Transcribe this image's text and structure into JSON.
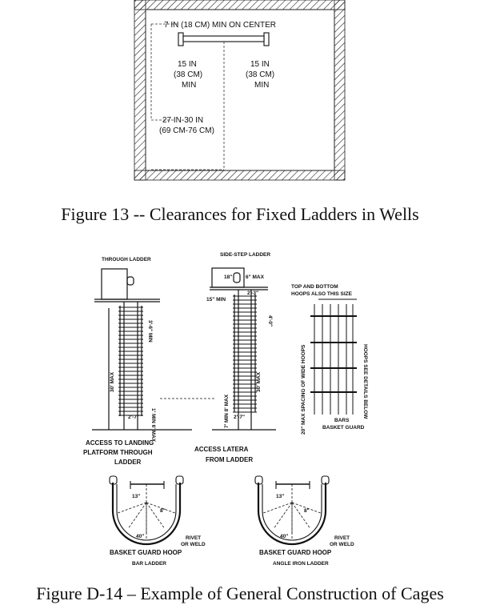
{
  "figure13": {
    "caption": "Figure 13 -- Clearances for Fixed Ladders in Wells",
    "labels": {
      "on_center": "7 IN (18 CM) MIN ON CENTER",
      "left_1": "15 IN",
      "left_2": "(38 CM)",
      "left_3": "MIN",
      "right_1": "15 IN",
      "right_2": "(38 CM)",
      "right_3": "MIN",
      "bottom_1": "27 IN-30 IN",
      "bottom_2": "(69 CM-76 CM)"
    }
  },
  "figureD14": {
    "caption": "Figure D-14 – Example of General Construction of Cages",
    "labels": {
      "through_ladder": "THROUGH LADDER",
      "side_step_ladder": "SIDE-STEP LADDER",
      "dim_3_6_min": "3'-6\" MIN",
      "dim_30_max_left": "30' MAX",
      "dim_2_7_left": "2'-7\"",
      "dim_1_min_6_max": "1' MIN 6' MAX",
      "access_landing_1": "ACCESS TO LANDING",
      "access_landing_2": "PLATFORM THROUGH",
      "access_landing_3": "LADDER",
      "dim_18": "18\"",
      "dim_6_max": "6\" MAX",
      "dim_15_min": "15\" MIN",
      "dim_2_3": "2'-3\"",
      "dim_4_0": "4'-0\"",
      "dim_30_max_right": "30' MAX",
      "dim_2_7_right": "2'-7\"",
      "dim_7_min_8_max": "7' MIN 8' MAX",
      "access_lateral_1": "ACCESS LATERA",
      "access_lateral_2": "FROM LADDER",
      "top_bottom_1": "TOP AND BOTTOM",
      "top_bottom_2": "HOOPS ALSO THIS SIZE",
      "spacing_vert": "20\" MAX SPACING OF WIDE HOOPS",
      "hoops_see": "HOOPS SEE DETAILS BELOW",
      "bars": "BARS",
      "basket_guard": "BASKET GUARD",
      "hoop_dim_left_1": "13\"",
      "hoop_dim_left_2": "8\"",
      "hoop_dim_left_3": "40\"",
      "hoop_dim_right_1": "13\"",
      "hoop_dim_right_2": "8\"",
      "hoop_dim_right_3": "40\"",
      "rivet_weld_left_1": "RIVET",
      "rivet_weld_left_2": "OR WELD",
      "rivet_weld_right_1": "RIVET",
      "rivet_weld_right_2": "OR WELD",
      "bghoop_left": "BASKET GUARD HOOP",
      "bar_ladder": "BAR LADDER",
      "bghoop_right": "BASKET GUARD HOOP",
      "angle_iron_ladder": "ANGLE IRON LADDER"
    }
  }
}
